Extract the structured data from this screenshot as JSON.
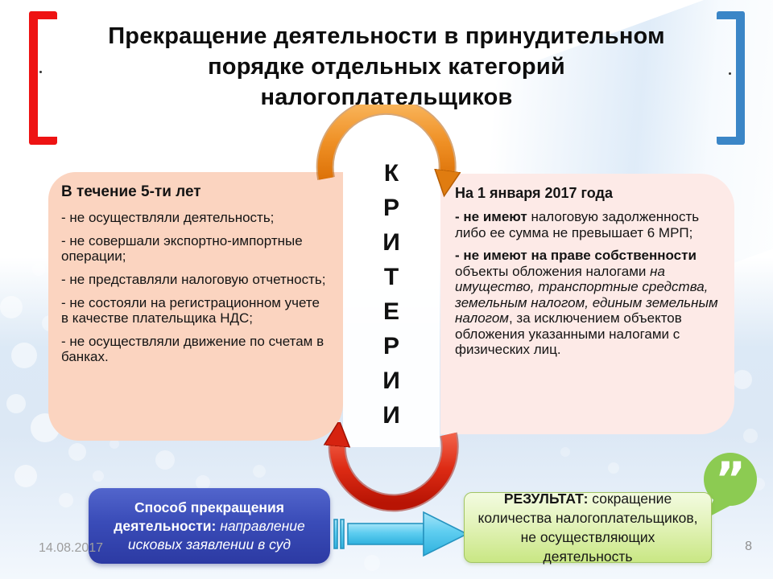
{
  "slide": {
    "title_lines": [
      "Прекращение деятельности в принудительном",
      "порядке отдельных категорий",
      "налогоплательщиков"
    ],
    "footer": {
      "date": "14.08.2017",
      "page_number": "8"
    }
  },
  "criteria": {
    "word": "КРИТЕРИИ",
    "letters": [
      "К",
      "Р",
      "И",
      "Т",
      "Е",
      "Р",
      "И",
      "И"
    ]
  },
  "left_box": {
    "heading": "В течение 5-ти лет",
    "items": [
      "- не осуществляли деятельность;",
      "- не совершали экспортно-импортные операции;",
      "- не представляли налоговую отчетность;",
      "- не состояли на регистрационном учете в качестве плательщика НДС;",
      "- не осуществляли движение по счетам в банках."
    ]
  },
  "right_box": {
    "heading": "На 1 января 2017 года",
    "para1": {
      "bold": "- не имеют",
      "text": " налоговую задолженность либо ее сумма не превышает 6 МРП;"
    },
    "para2": {
      "bold": "- не имеют на праве собственности",
      "text1": " объекты обложения налогами ",
      "italic": "на имущество, транспортные средства, земельным налогом, единым земельным налогом",
      "text2": ", за исключением объектов обложения указанными налогами с физических лиц."
    }
  },
  "method_box": {
    "bold": "Способ прекращения деятельности:",
    "italic": " направление исковых заявлении в суд"
  },
  "result_box": {
    "bold": "РЕЗУЛЬТАТ:",
    "text": " сокращение количества налогоплательщиков, не осуществляющих деятельность"
  },
  "icons": {
    "quote_glyph": "”"
  },
  "colors": {
    "left_box_bg": "#fbd4c0",
    "right_box_bg": "#fdeae7",
    "method_box_bg": "#3a4cb8",
    "result_box_bg": "#d9ef9f",
    "orange_arrow": "#e8821c",
    "red_arrow": "#d42512",
    "stripe_arrow": "#5ecdf0",
    "quote_bubble": "#8ccb52",
    "bracket_left": "#ee1313",
    "bracket_right": "#3b86c7",
    "background_blue": "#dce8f5"
  }
}
